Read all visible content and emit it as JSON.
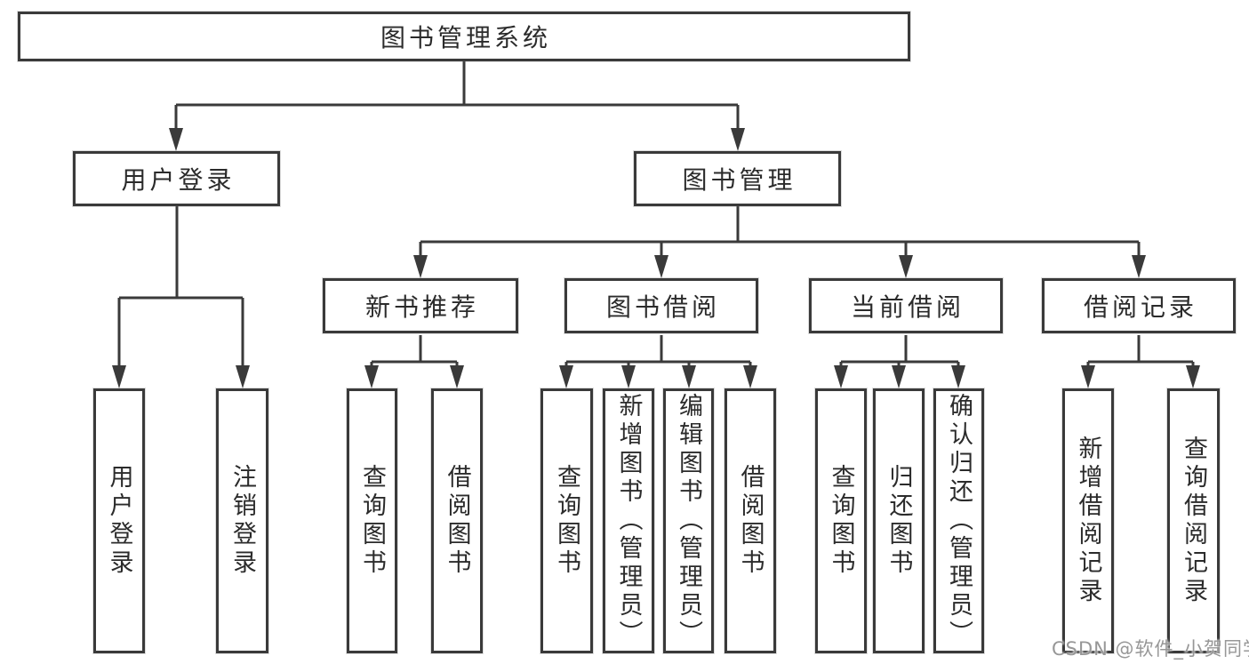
{
  "nodes": {
    "root": "图书管理系统",
    "user_login": "用户登录",
    "book_management": "图书管理",
    "login": "用户登录",
    "logout": "注销登录",
    "new_book_recommend": "新书推荐",
    "book_borrow": "图书借阅",
    "current_borrow": "当前借阅",
    "borrow_record": "借阅记录",
    "nbr_query_book": "查询图书",
    "nbr_borrow_book": "借阅图书",
    "bb_query_book": "查询图书",
    "bb_add_book": "新增图书（管理员）",
    "bb_edit_book": "编辑图书（管理员）",
    "bb_borrow_book": "借阅图书",
    "cb_query_book": "查询图书",
    "cb_return_book": "归还图书",
    "cb_confirm_return": "确认归还（管理员）",
    "br_add_record": "新增借阅记录",
    "br_query_record": "查询借阅记录"
  },
  "colors": {
    "line": "#3a3a3a",
    "text": "#2b2b2b",
    "background": "#ffffff",
    "watermark": "#919191"
  },
  "watermark": "CSDN @软件_小贺同学"
}
